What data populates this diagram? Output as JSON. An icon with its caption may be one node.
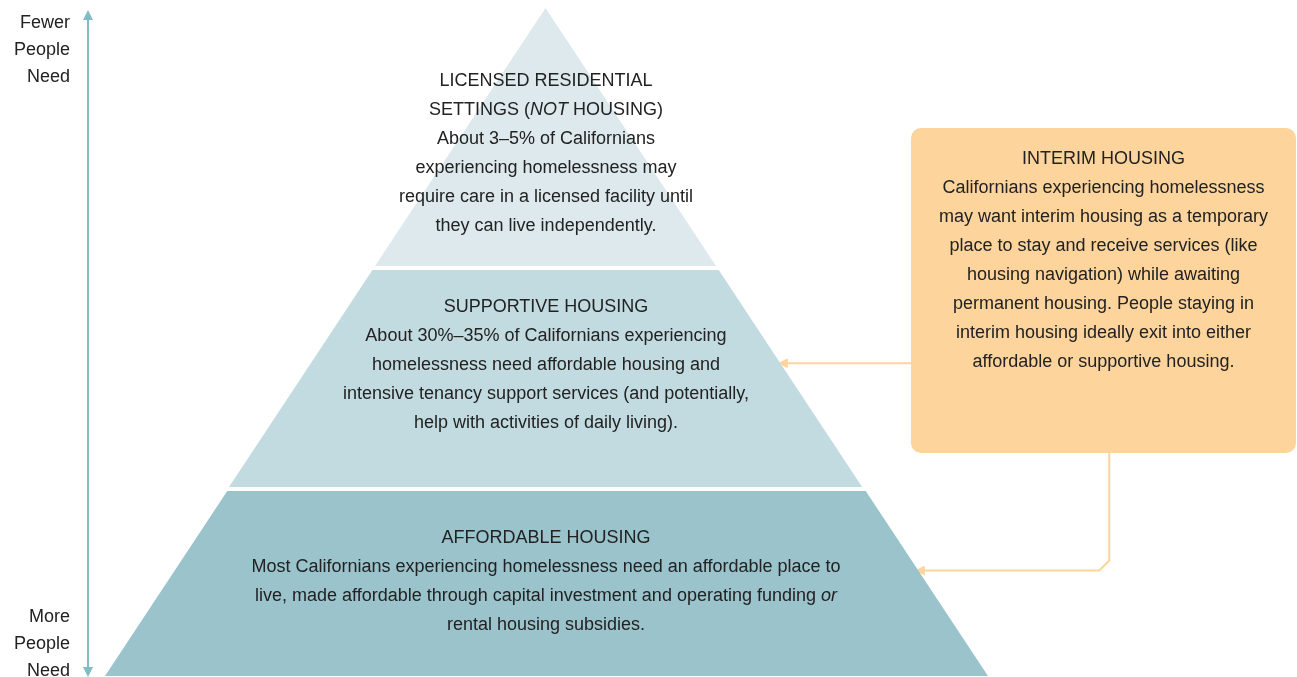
{
  "diagram": {
    "nodes": [
      {
        "text": [
          "LICENSED RESIDENTIAL SETTINGS (*NOT* HOUSING)",
          "About 3–5% of Californians experiencing homelessness may require care in a licensed facility until they can live independently."
        ]
      },
      {
        "text": [
          "SUPPORTIVE HOUSING",
          "About 30%–35% of Californians experiencing homelessness need affordable housing and intensive tenancy support services (and potentially, help with activities of daily living)."
        ]
      },
      {
        "text": [
          "AFFORDABLE HOUSING",
          "Most Californians experiencing homelessness need an affordable place to live, made affordable through capital investment and operating funding *or* rental housing subsidies."
        ]
      },
      {
        "text": [
          "INTERIM HOUSING",
          "Californians experiencing homelessness may want interim housing as a temporary place to stay and receive services (like housing navigation) while awaiting permanent housing. People staying in interim housing ideally exit into either affordable or supportive housing."
        ]
      }
    ],
    "edges": [
      {
        "from": 3,
        "to": 1,
        "arrow": "to",
        "color": "#fcd49c"
      },
      {
        "from": 3,
        "to": 2,
        "arrow": "to",
        "color": "#fcd49c"
      }
    ],
    "labels": [
      "Fewer People Need",
      "More People Need"
    ]
  }
}
